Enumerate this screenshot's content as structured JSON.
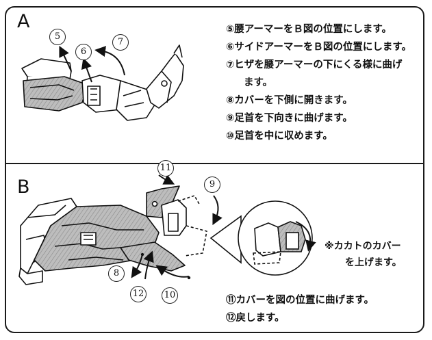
{
  "figure_a": {
    "label": "A",
    "steps": [
      "⑤腰アーマーをＢ図の位置にします。",
      "⑥サイドアーマーをＢ図の位置にします。",
      "⑦ヒザを腰アーマーの下にくる様に曲げ",
      "ます。",
      "⑧カバーを下側に開きます。",
      "⑨足首を下向きに曲げます。",
      "⑩足首を中に収めます。"
    ],
    "callouts": [
      "5",
      "6",
      "7"
    ]
  },
  "figure_b": {
    "label": "B",
    "callouts": [
      "11",
      "9",
      "8",
      "12",
      "10"
    ],
    "note": [
      "※カカトのカバー",
      "を上げます。"
    ],
    "steps": [
      "⑪カバーを図の位置に曲げます。",
      "⑫戻します。"
    ]
  }
}
